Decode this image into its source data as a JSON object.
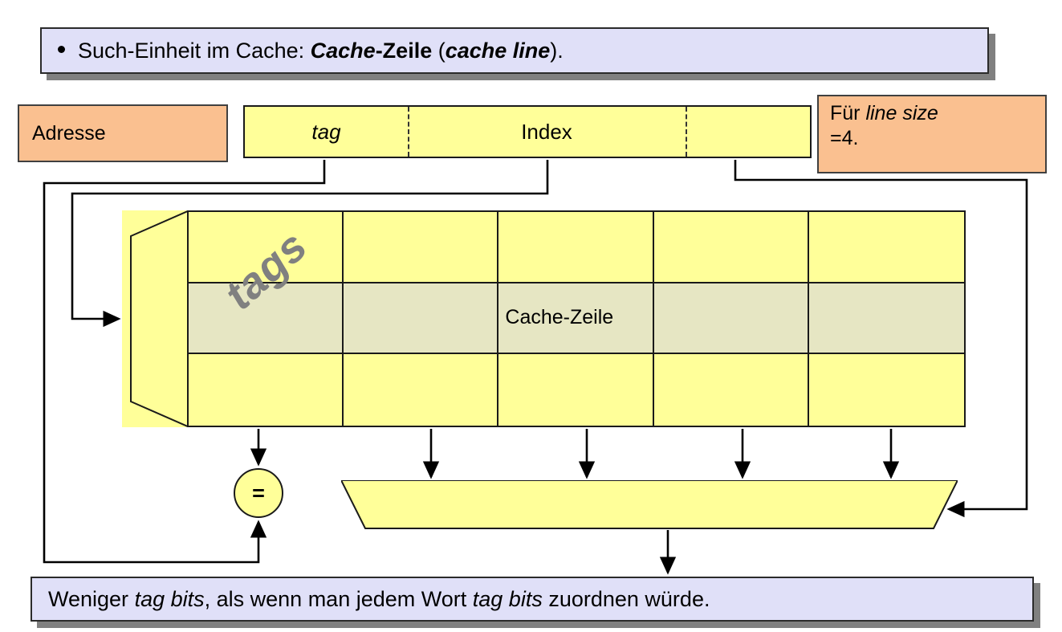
{
  "slide": {
    "bullet_top": {
      "icon": "bullet-dot",
      "prefix": "Such-Einheit im Cache: ",
      "term_bold_italic": "Cache",
      "term_bold": "-Zeile",
      "paren_open": " (",
      "term_en": "cache line",
      "paren_close": ")."
    },
    "caption_bottom": {
      "part1": "Weniger ",
      "em1": "tag bits",
      "part2": ", als wenn man jedem Wort ",
      "em2": "tag bits",
      "part3": " zuordnen würde."
    }
  },
  "labels": {
    "adresse": "Adresse",
    "line_size_line1_prefix": "Für ",
    "line_size_line1_em": "line size",
    "line_size_line2": "=4."
  },
  "address_bar": {
    "segments": [
      {
        "name": "tag",
        "label": "tag",
        "style": "italic"
      },
      {
        "name": "index",
        "label": "Index",
        "style": "normal"
      },
      {
        "name": "offset",
        "label": "",
        "style": "normal"
      }
    ]
  },
  "cache": {
    "tag_array_label": "tags",
    "columns": 5,
    "rows": 3,
    "highlight_row_index": 1,
    "cache_line_label": "Cache-Zeile",
    "cache_line_cell": {
      "row": 1,
      "col": 2
    }
  },
  "comparator": {
    "label": "="
  },
  "mux": {
    "label": ""
  },
  "colors": {
    "callout_fill": "#e0e0f8",
    "callout_border": "#2b2b2b",
    "callout_shadow": "#808080",
    "orange_fill": "#fac090",
    "orange_border": "#404040",
    "yellow_fill": "#ffff99",
    "highlight_fill": "#e6e6c3",
    "line": "#1a1a1a",
    "tags_text": "#808080"
  }
}
